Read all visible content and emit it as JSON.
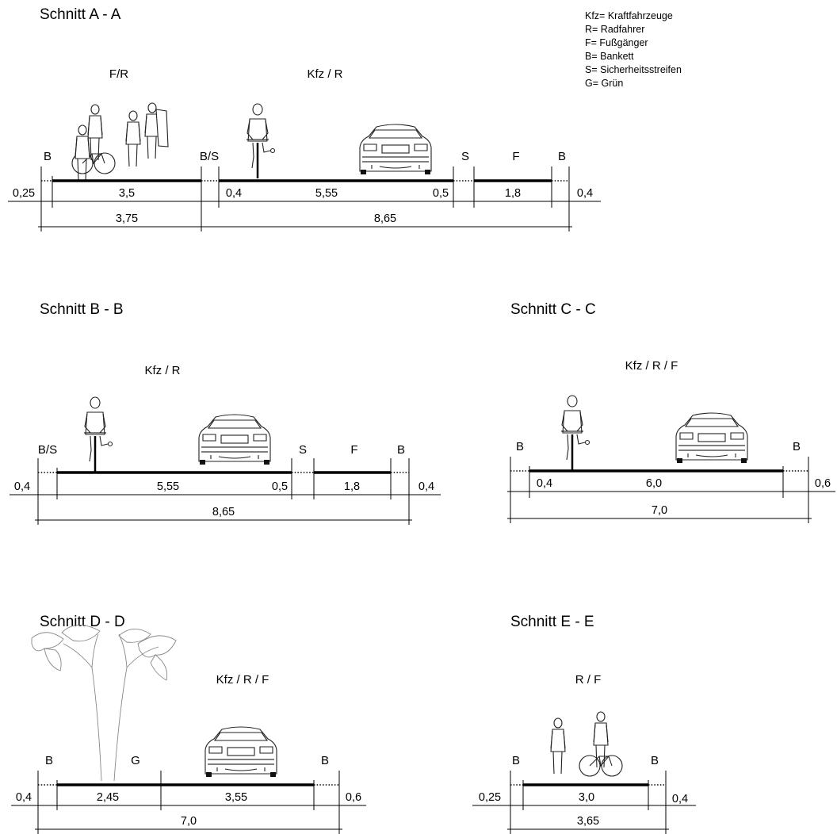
{
  "legend": [
    "Kfz= Kraftfahrzeuge",
    "R= Radfahrer",
    "F= Fußgänger",
    "B= Bankett",
    "S= Sicherheitsstreifen",
    "G= Grün"
  ],
  "sections": {
    "a": {
      "title": "Schnitt A - A",
      "use_labels": [
        "F/R",
        "Kfz / R"
      ],
      "zone_labels": [
        "B",
        "B/S",
        "S",
        "F",
        "B"
      ],
      "dims_row1": [
        "0,25",
        "3,5",
        "0,4",
        "5,55",
        "0,5",
        "1,8",
        "0,4"
      ],
      "dims_row2": [
        "3,75",
        "8,65"
      ]
    },
    "b": {
      "title": "Schnitt B - B",
      "use_labels": [
        "Kfz / R"
      ],
      "zone_labels": [
        "B/S",
        "S",
        "F",
        "B"
      ],
      "dims_row1": [
        "0,4",
        "5,55",
        "0,5",
        "1,8",
        "0,4"
      ],
      "dims_row2": [
        "8,65"
      ]
    },
    "c": {
      "title": "Schnitt C - C",
      "use_labels": [
        "Kfz / R / F"
      ],
      "zone_labels": [
        "B",
        "B"
      ],
      "dims_row1": [
        "0,4",
        "6,0",
        "0,6"
      ],
      "dims_row2": [
        "7,0"
      ]
    },
    "d": {
      "title": "Schnitt D - D",
      "use_labels": [
        "Kfz / R / F"
      ],
      "zone_labels": [
        "B",
        "G",
        "B"
      ],
      "dims_row1": [
        "0,4",
        "2,45",
        "3,55",
        "0,6"
      ],
      "dims_row2": [
        "7,0"
      ]
    },
    "e": {
      "title": "Schnitt E - E",
      "use_labels": [
        "R / F"
      ],
      "zone_labels": [
        "B",
        "B"
      ],
      "dims_row1": [
        "0,25",
        "3,0",
        "0,4"
      ],
      "dims_row2": [
        "3,65"
      ]
    }
  }
}
